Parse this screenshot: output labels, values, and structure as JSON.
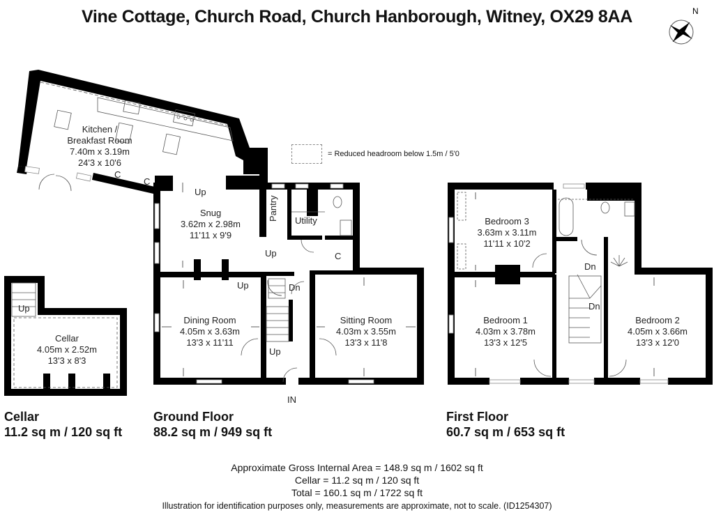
{
  "header": {
    "title": "Vine Cottage, Church Road, Church Hanborough, Witney, OX29 8AA",
    "compass_label": "N"
  },
  "legend": {
    "text": "= Reduced headroom below 1.5m / 5'0"
  },
  "rooms": {
    "kitchen": {
      "name1": "Kitchen /",
      "name2": "Breakfast Room",
      "metric": "7.40m x 3.19m",
      "imperial": "24'3 x 10'6"
    },
    "snug": {
      "name": "Snug",
      "metric": "3.62m x 2.98m",
      "imperial": "11'11 x 9'9"
    },
    "pantry": {
      "name": "Pantry"
    },
    "utility": {
      "name": "Utility"
    },
    "dining": {
      "name": "Dining Room",
      "metric": "4.05m x 3.63m",
      "imperial": "13'3 x 11'11"
    },
    "sitting": {
      "name": "Sitting Room",
      "metric": "4.03m x 3.55m",
      "imperial": "13'3 x 11'8"
    },
    "cellar": {
      "name": "Cellar",
      "metric": "4.05m x 2.52m",
      "imperial": "13'3 x 8'3"
    },
    "bedroom3": {
      "name": "Bedroom 3",
      "metric": "3.63m x 3.11m",
      "imperial": "11'11 x 10'2"
    },
    "bedroom1": {
      "name": "Bedroom 1",
      "metric": "4.03m x 3.78m",
      "imperial": "13'3 x 12'5"
    },
    "bedroom2": {
      "name": "Bedroom 2",
      "metric": "4.05m x 3.66m",
      "imperial": "13'3 x 12'0"
    }
  },
  "markers": {
    "cupboard": "C",
    "up": "Up",
    "down": "Dn",
    "entrance": "IN"
  },
  "floors": {
    "cellar": {
      "name": "Cellar",
      "area": "11.2 sq m / 120 sq ft"
    },
    "ground": {
      "name": "Ground Floor",
      "area": "88.2 sq m / 949 sq ft"
    },
    "first": {
      "name": "First Floor",
      "area": "60.7 sq m / 653 sq ft"
    }
  },
  "summary": {
    "gross": "Approximate Gross Internal Area = 148.9 sq m / 1602 sq ft",
    "cellar": "Cellar = 11.2 sq m / 120 sq ft",
    "total": "Total = 160.1 sq m / 1722 sq ft"
  },
  "disclaimer": "Illustration for identification purposes only, measurements are approximate, not to scale. (ID1254307)",
  "colors": {
    "wall": "#000000",
    "background": "#ffffff",
    "fixture_line": "#555555"
  }
}
